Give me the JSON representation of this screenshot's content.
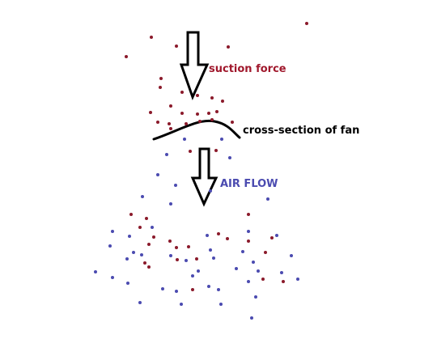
{
  "labels": {
    "suction": "suction force",
    "fan": "cross-section of fan",
    "airflow": "AIR FLOW"
  },
  "colors": {
    "red_particle": "#8b1a2b",
    "blue_particle": "#4b4bb0",
    "outline": "#000000",
    "suction_text": "#a0182c",
    "fan_text": "#000000",
    "airflow_text": "#4b4bb0"
  }
}
